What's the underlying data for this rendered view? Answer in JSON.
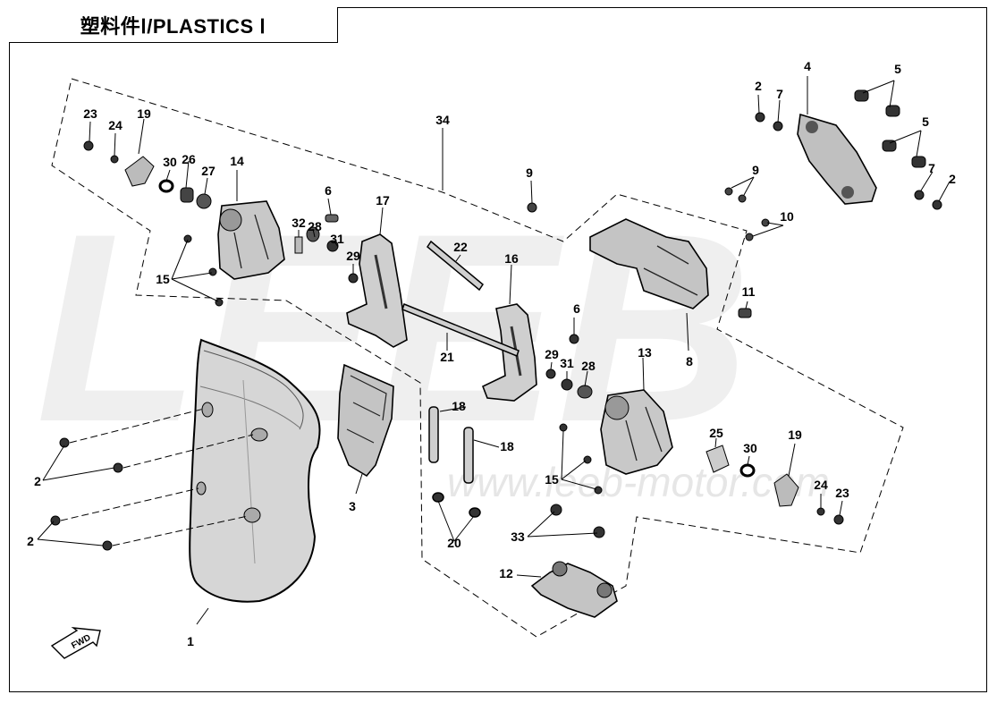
{
  "page": {
    "title": "塑料件Ⅰ/PLASTICS Ⅰ",
    "watermark_logo": "LEEB",
    "watermark_url": "www.leeb-motor.com",
    "fwd_label": "FWD"
  },
  "colors": {
    "line": "#000000",
    "part_fill": "#bdbdbd",
    "part_dark": "#333333",
    "watermark": "#eeeeee"
  },
  "callouts": [
    {
      "id": "c1",
      "text": "1"
    },
    {
      "id": "c2a",
      "text": "2"
    },
    {
      "id": "c2b",
      "text": "2"
    },
    {
      "id": "c2c",
      "text": "2"
    },
    {
      "id": "c2d",
      "text": "2"
    },
    {
      "id": "c3",
      "text": "3"
    },
    {
      "id": "c4",
      "text": "4"
    },
    {
      "id": "c5a",
      "text": "5"
    },
    {
      "id": "c5b",
      "text": "5"
    },
    {
      "id": "c6a",
      "text": "6"
    },
    {
      "id": "c6b",
      "text": "6"
    },
    {
      "id": "c7a",
      "text": "7"
    },
    {
      "id": "c7b",
      "text": "7"
    },
    {
      "id": "c8",
      "text": "8"
    },
    {
      "id": "c9a",
      "text": "9"
    },
    {
      "id": "c9b",
      "text": "9"
    },
    {
      "id": "c10",
      "text": "10"
    },
    {
      "id": "c11",
      "text": "11"
    },
    {
      "id": "c12",
      "text": "12"
    },
    {
      "id": "c13",
      "text": "13"
    },
    {
      "id": "c14",
      "text": "14"
    },
    {
      "id": "c15a",
      "text": "15"
    },
    {
      "id": "c15b",
      "text": "15"
    },
    {
      "id": "c16",
      "text": "16"
    },
    {
      "id": "c17",
      "text": "17"
    },
    {
      "id": "c18a",
      "text": "18"
    },
    {
      "id": "c18b",
      "text": "18"
    },
    {
      "id": "c19a",
      "text": "19"
    },
    {
      "id": "c19b",
      "text": "19"
    },
    {
      "id": "c20",
      "text": "20"
    },
    {
      "id": "c21",
      "text": "21"
    },
    {
      "id": "c22",
      "text": "22"
    },
    {
      "id": "c23a",
      "text": "23"
    },
    {
      "id": "c23b",
      "text": "23"
    },
    {
      "id": "c24a",
      "text": "24"
    },
    {
      "id": "c24b",
      "text": "24"
    },
    {
      "id": "c25",
      "text": "25"
    },
    {
      "id": "c26",
      "text": "26"
    },
    {
      "id": "c27",
      "text": "27"
    },
    {
      "id": "c28a",
      "text": "28"
    },
    {
      "id": "c28b",
      "text": "28"
    },
    {
      "id": "c29a",
      "text": "29"
    },
    {
      "id": "c29b",
      "text": "29"
    },
    {
      "id": "c30a",
      "text": "30"
    },
    {
      "id": "c30b",
      "text": "30"
    },
    {
      "id": "c31a",
      "text": "31"
    },
    {
      "id": "c31b",
      "text": "31"
    },
    {
      "id": "c32",
      "text": "32"
    },
    {
      "id": "c33",
      "text": "33"
    },
    {
      "id": "c34",
      "text": "34"
    }
  ]
}
